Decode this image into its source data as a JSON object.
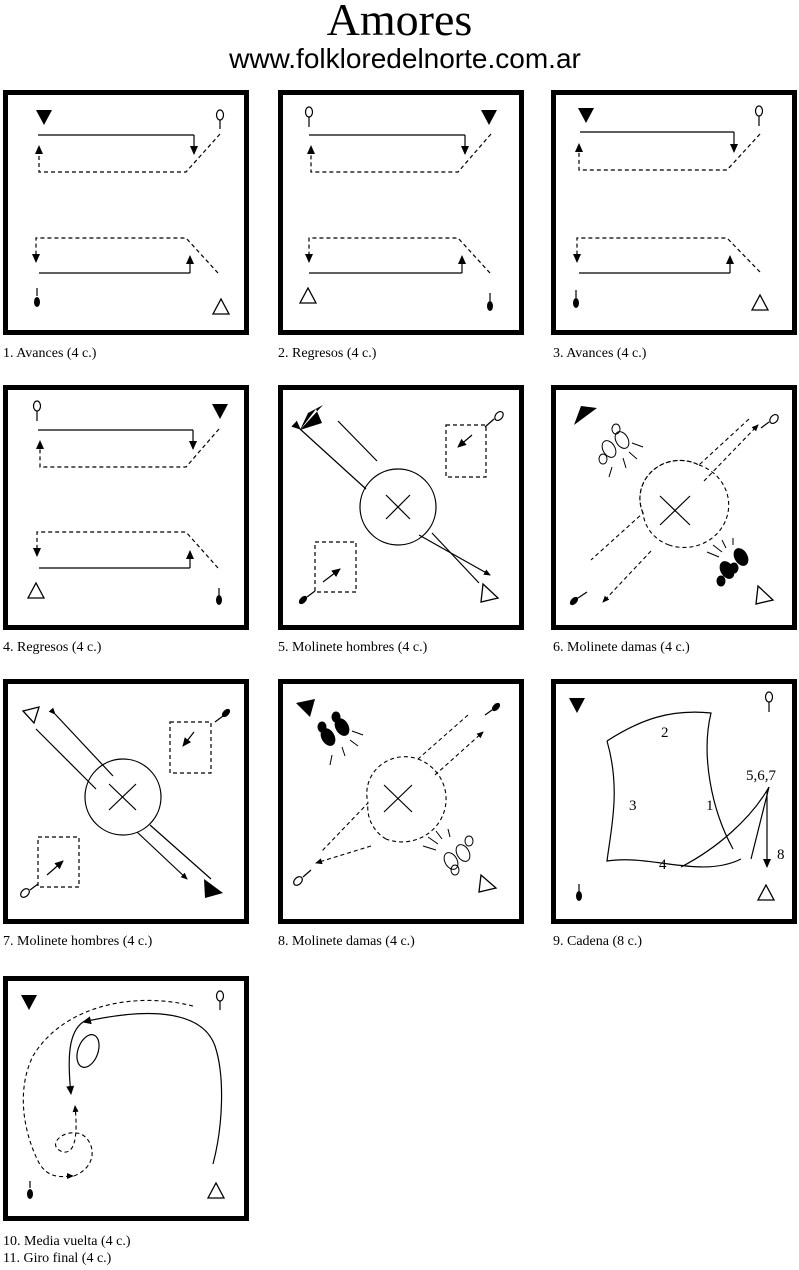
{
  "header": {
    "title": "Amores",
    "website": "www.folkloredelnorte.com.ar"
  },
  "figures": [
    {
      "id": 1,
      "caption": "1. Avances (4 c.)"
    },
    {
      "id": 2,
      "caption": "2. Regresos (4 c.)"
    },
    {
      "id": 3,
      "caption": "3. Avances (4 c.)"
    },
    {
      "id": 4,
      "caption": "4. Regresos (4 c.)"
    },
    {
      "id": 5,
      "caption": "5. Molinete hombres (4 c.)"
    },
    {
      "id": 6,
      "caption": "6. Molinete damas (4 c.)"
    },
    {
      "id": 7,
      "caption": "7. Molinete hombres (4 c.)"
    },
    {
      "id": 8,
      "caption": "8. Molinete damas (4 c.)"
    },
    {
      "id": 9,
      "caption": "9. Cadena (8 c.)",
      "labels": [
        "1",
        "2",
        "3",
        "4",
        "5,6,7",
        "8"
      ]
    },
    {
      "id": 10,
      "caption": "10. Media vuelta (4 c.)",
      "caption2": "11. Giro final (4 c.)"
    }
  ]
}
